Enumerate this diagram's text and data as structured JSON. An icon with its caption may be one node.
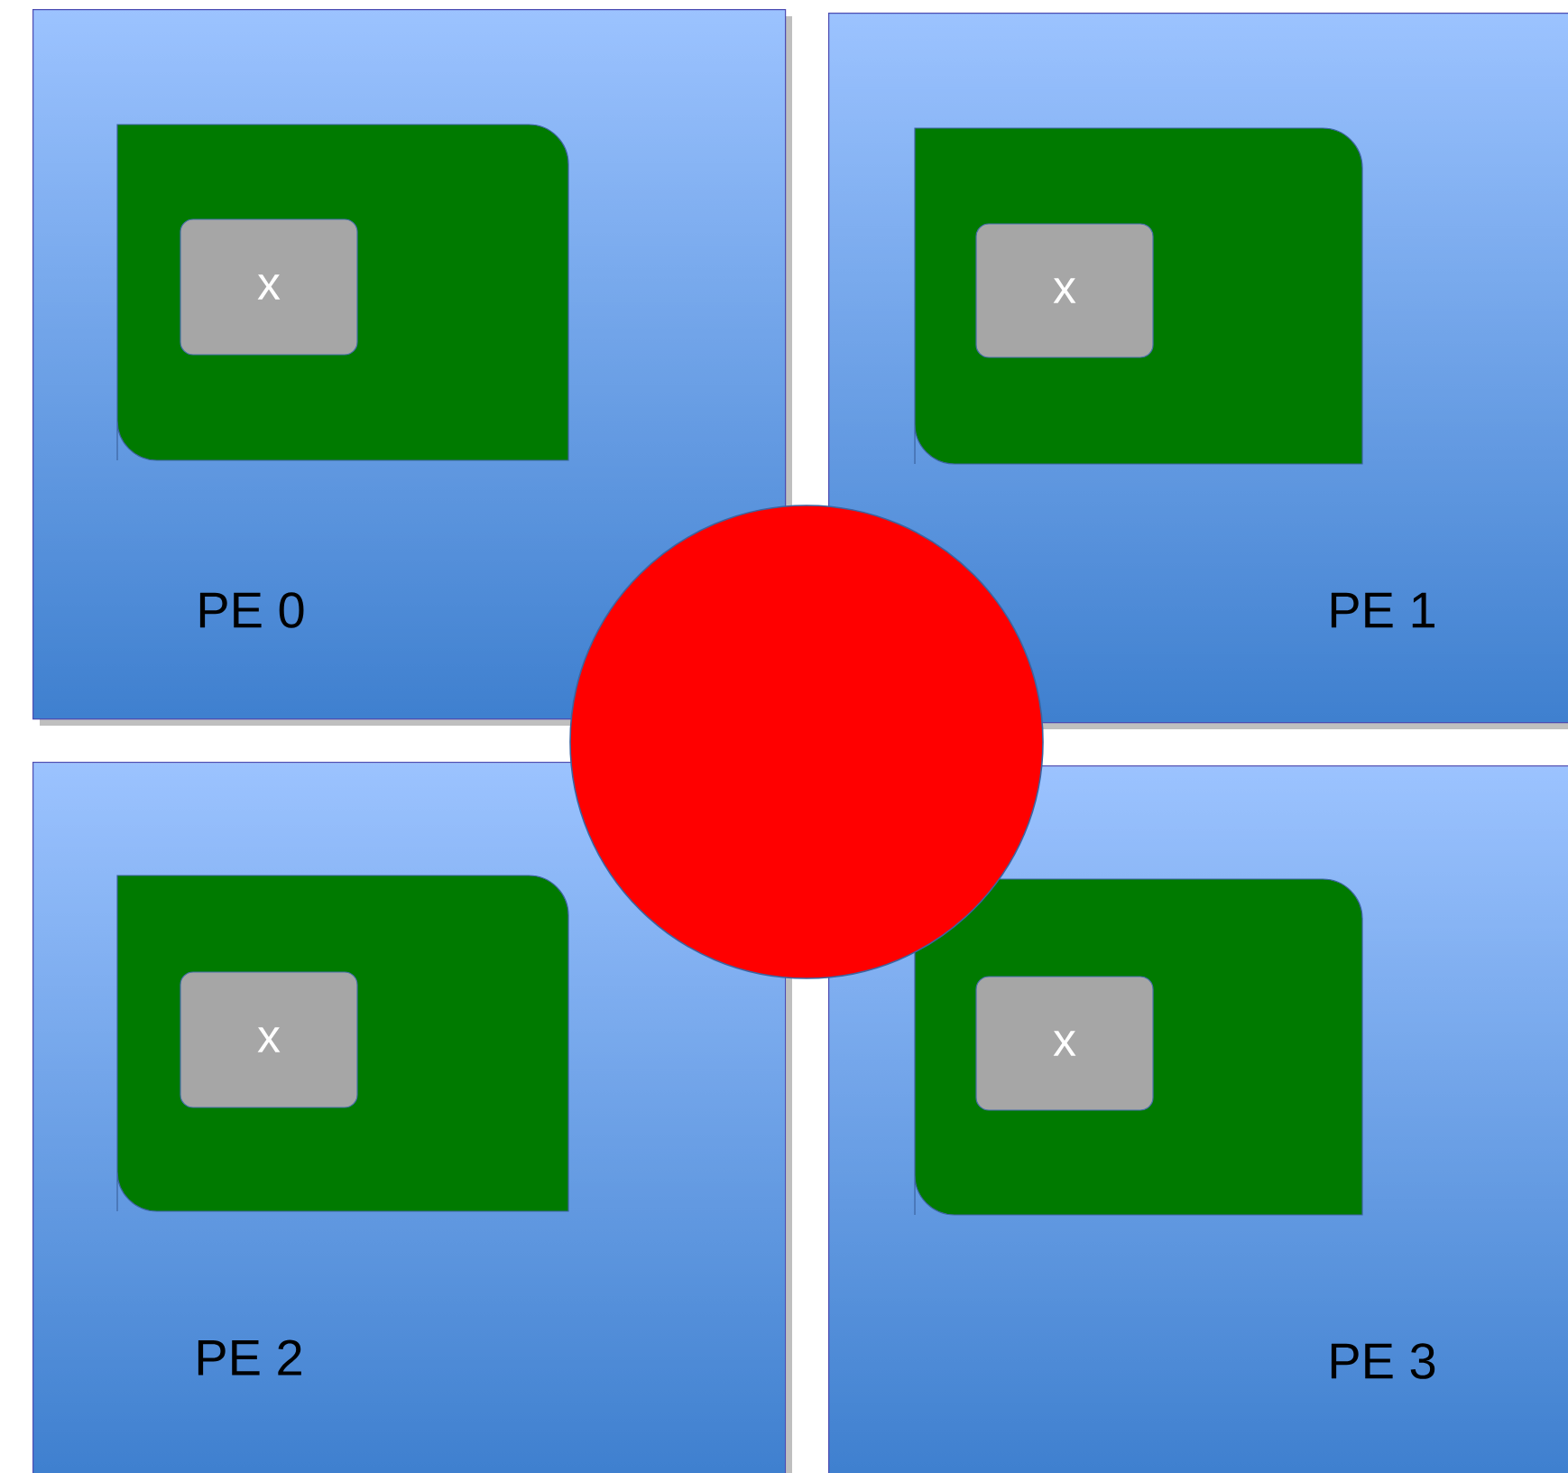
{
  "diagram": {
    "nodes": [
      {
        "text": [
          "PE 0"
        ]
      },
      {
        "text": [],
        "shape": "box",
        "in": 0
      },
      {
        "text": [
          "x"
        ],
        "in": 1
      },
      {
        "text": [
          "PE 1"
        ]
      },
      {
        "text": [],
        "shape": "box",
        "in": 3
      },
      {
        "text": [
          "x"
        ],
        "in": 4
      },
      {
        "text": [
          "PE 2"
        ]
      },
      {
        "text": [],
        "shape": "box",
        "in": 6
      },
      {
        "text": [
          "x"
        ],
        "in": 7
      },
      {
        "text": [
          "PE 3"
        ]
      },
      {
        "text": [],
        "shape": "box",
        "in": 9
      },
      {
        "text": [
          "x"
        ],
        "in": 10
      },
      {
        "text": [],
        "shape": "circle"
      }
    ]
  }
}
